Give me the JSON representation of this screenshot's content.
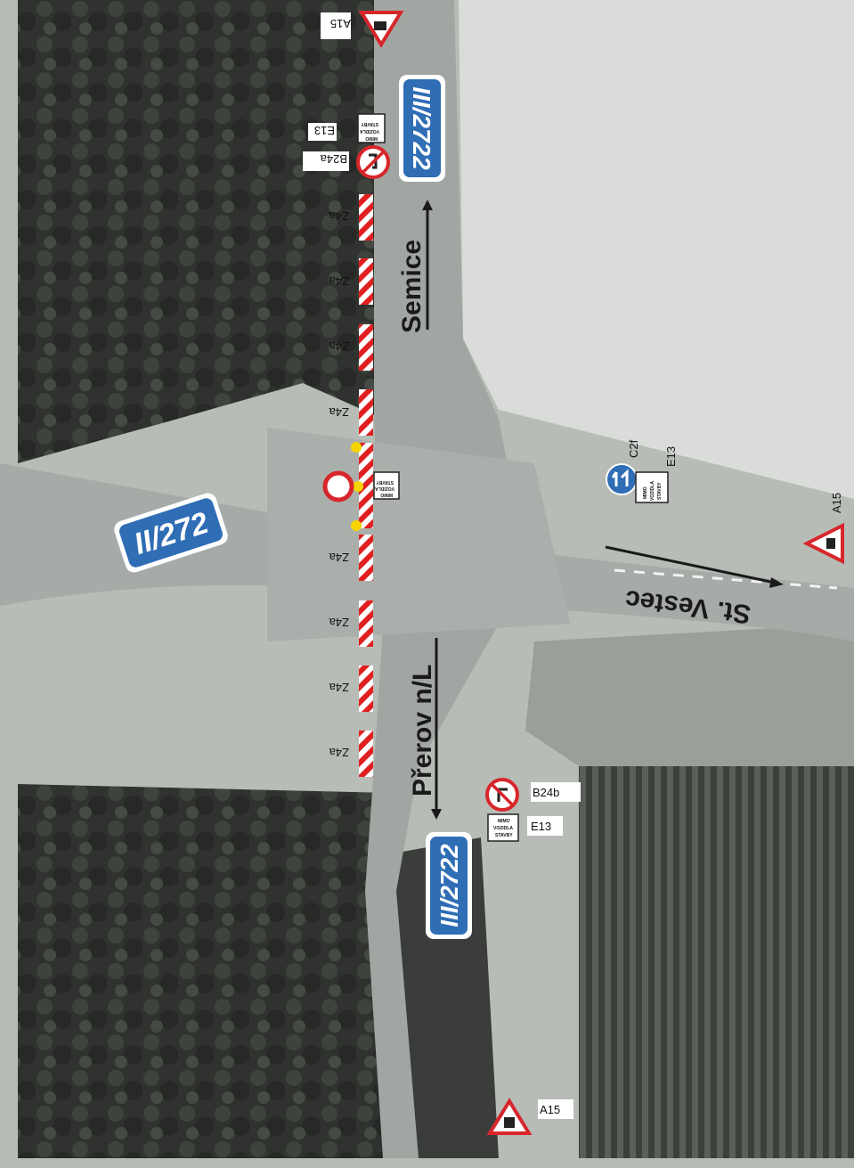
{
  "roads": {
    "semice": "Semice",
    "prerov": "Přerov n/L",
    "vestec": "St. Vestec"
  },
  "routes": {
    "main": "II/272",
    "secondary_top": "III/2722",
    "secondary_bottom": "III/2722"
  },
  "signs": {
    "a15_top": "A15",
    "e13_top": "E13",
    "b24a": "B24a",
    "c2f": "C2f",
    "e13_right": "E13",
    "a15_right": "A15",
    "b24b": "B24b",
    "e13_bottom": "E13",
    "a15_bottom": "A15",
    "z4a": [
      "Z4a",
      "Z4a",
      "Z4a",
      "Z4a",
      "Z4a",
      "Z4a",
      "Z4a",
      "Z4a"
    ],
    "plate_lines": [
      "MIMO",
      "VOZIDLA",
      "STAVBY"
    ]
  },
  "colors": {
    "route_blue": "#2f6db5",
    "warning_red": "#d7262b",
    "barrier_red": "#e02020",
    "lamp_yellow": "#f5d400"
  }
}
